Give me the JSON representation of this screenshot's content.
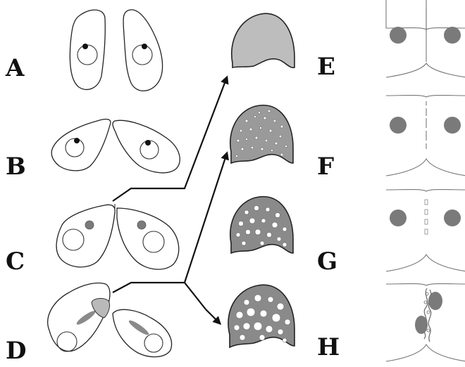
{
  "labels": {
    "a": "A",
    "b": "B",
    "c": "C",
    "d": "D",
    "e": "E",
    "f": "F",
    "g": "G",
    "h": "H"
  },
  "colors": {
    "outline": "#222222",
    "nucleus": "#7a7a7a",
    "fill_light": "#b9b9b9",
    "fill_dark": "#8a8a8a",
    "background": "#ffffff"
  },
  "icons": [
    "stage-a-cell",
    "stage-b-cell",
    "stage-c-cell",
    "stage-d-cell",
    "arrow",
    "dome-shape",
    "membrane-panel"
  ]
}
